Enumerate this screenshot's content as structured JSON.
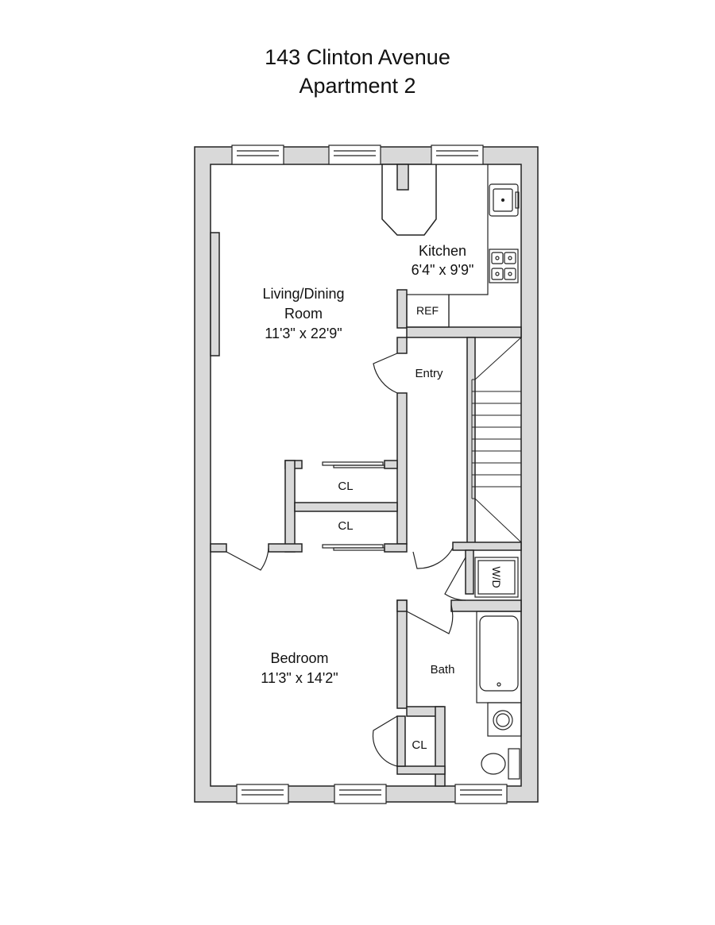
{
  "header": {
    "address": "143 Clinton Avenue",
    "unit": "Apartment 2"
  },
  "rooms": {
    "living": {
      "name_line1": "Living/Dining",
      "name_line2": "Room",
      "size": "11'3\" x 22'9\""
    },
    "kitchen": {
      "name": "Kitchen",
      "size": "6'4\" x 9'9\""
    },
    "ref": "REF",
    "entry": "Entry",
    "closet_upper": "CL",
    "closet_lower": "CL",
    "closet_bedroom": "CL",
    "bedroom": {
      "name": "Bedroom",
      "size": "11'3\" x 14'2\""
    },
    "washer_dryer": "W/D",
    "bath": "Bath"
  },
  "colors": {
    "wall": "#d9d9d9",
    "line": "#222222"
  }
}
